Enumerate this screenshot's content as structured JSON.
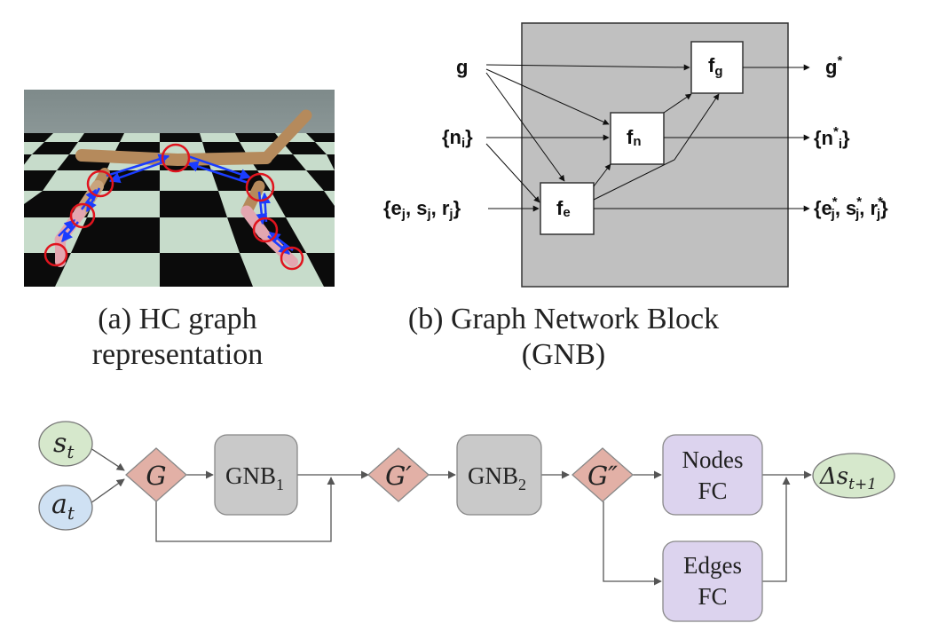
{
  "panel_a": {
    "caption_line1": "(a) HC graph",
    "caption_line2": "representation"
  },
  "panel_b": {
    "caption_line1": "(b) Graph Network Block",
    "caption_line2": "(GNB)",
    "inputs": {
      "g": "g",
      "n": "{n",
      "n_sub": "i",
      "n_close": "}",
      "e": "{e",
      "e_sub": "j",
      "e_mid": ", s",
      "s_sub": "j",
      "e_mid2": ", r",
      "r_sub": "j",
      "e_close": "}"
    },
    "functions": {
      "fg": "f",
      "fg_sub": "g",
      "fn": "f",
      "fn_sub": "n",
      "fe": "f",
      "fe_sub": "e"
    },
    "outputs": {
      "g": "g",
      "g_sup": "*",
      "n_open": "{n",
      "n_sup": "*",
      "n_sub": "i",
      "n_close": "}",
      "e_open": "{e",
      "e_sup": "*",
      "e_sub": "j",
      "s": ", s",
      "s_sup": "*",
      "s_sub": "j",
      "r": ", r",
      "r_sup": "*",
      "r_sub": "j",
      "e_close": "}"
    },
    "colors": {
      "block": "#c0c0c0"
    }
  },
  "pipeline": {
    "inputs": {
      "s": "s",
      "s_sub": "t",
      "a": "a",
      "a_sub": "t"
    },
    "graphs": {
      "g1": "G",
      "g2": "G′",
      "g3": "G″"
    },
    "blocks": {
      "gnb1": "GNB",
      "gnb1_sub": "1",
      "gnb2": "GNB",
      "gnb2_sub": "2"
    },
    "fc": {
      "nodes_line1": "Nodes",
      "nodes_line2": "FC",
      "edges_line1": "Edges",
      "edges_line2": "FC"
    },
    "output": {
      "delta": "Δs",
      "sub": "t+1"
    },
    "colors": {
      "state": "#d6e8cc",
      "action": "#cfe1f3",
      "graph": "#e2b0a6",
      "gnb": "#c9c9c9",
      "fc": "#dcd3ee",
      "line": "#555555"
    }
  }
}
